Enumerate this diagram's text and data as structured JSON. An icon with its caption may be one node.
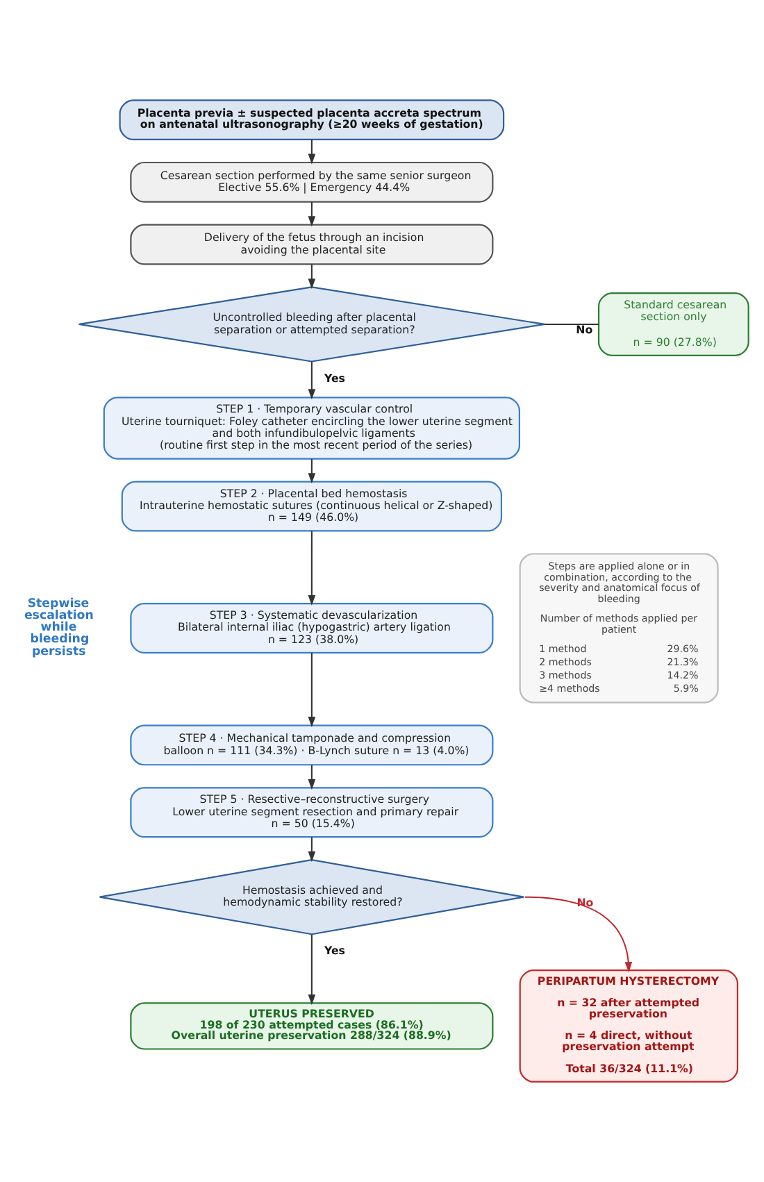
{
  "diagram": {
    "nodes": [
      {
        "text": [
          "Placenta previa ± suspected placenta accreta spectrum on antenatal ultrasonography (≥20 weeks of gestation)"
        ]
      },
      {
        "text": [
          "Cesarean section performed by the same senior surgeon",
          "Elective 55.6% | Emergency 44.4%"
        ]
      },
      {
        "text": [
          "Delivery of the fetus through an incision avoiding the placental site"
        ]
      },
      {
        "text": [
          "Uncontrolled bleeding after placental separation or attempted separation?"
        ]
      },
      {
        "text": [
          "Standard cesarean section only",
          "n = 90 (27.8%)"
        ]
      },
      {
        "text": [
          "STEP 1 · Temporary vascular control",
          "Uterine tourniquet: Foley catheter encircling the lower uterine segment and both infundibulopelvic ligaments",
          "(routine first step in the most recent period of the series)"
        ]
      },
      {
        "text": [
          "STEP 2 · Placental bed hemostasis",
          "Intrauterine hemostatic sutures (continuous helical or Z-shaped)",
          "n = 149 (46.0%)"
        ]
      },
      {
        "text": [
          "STEP 3 · Systematic devascularization",
          "Bilateral internal iliac (hypogastric) artery ligation",
          "n = 123 (38.0%)"
        ]
      },
      {
        "text": [
          "STEP 4 · Mechanical tamponade and compression",
          "balloon n = 111 (34.3%) · B-Lynch suture n = 13 (4.0%)"
        ]
      },
      {
        "text": [
          "STEP 5 · Resective–reconstructive surgery",
          "Lower uterine segment resection and primary repair",
          "n = 50 (15.4%)"
        ]
      },
      {
        "text": [
          "Hemostasis achieved and hemodynamic stability restored?"
        ]
      },
      {
        "text": [
          "UTERUS PRESERVED",
          "198 of 230 attempted cases (86.1%)",
          "Overall uterine preservation 288/324 (88.9%)"
        ]
      },
      {
        "text": [
          "PERIPARTUM HYSTERECTOMY",
          "n = 32 after attempted preservation",
          "n = 4 direct, without preservation attempt",
          "Total 36/324 (11.1%)"
        ]
      },
      {
        "text": [
          "Steps are applied alone or in combination, according to the severity and anatomical focus of bleeding",
          "Number of methods applied per patient",
          "1 method",
          "29.6%",
          "2 methods",
          "21.3%",
          "3 methods",
          "14.2%",
          "≥4 methods",
          "5.9%"
        ]
      }
    ],
    "edges": [
      {
        "from": 0,
        "to": 1,
        "arrow": "to"
      },
      {
        "from": 1,
        "to": 2,
        "arrow": "to"
      },
      {
        "from": 2,
        "to": 3,
        "arrow": "to"
      },
      {
        "from": 3,
        "to": 4,
        "arrow": "none",
        "label": "No"
      },
      {
        "from": 3,
        "to": 5,
        "arrow": "to",
        "label": "Yes"
      },
      {
        "from": 5,
        "to": 6,
        "arrow": "to"
      },
      {
        "from": 6,
        "to": 7,
        "arrow": "to"
      },
      {
        "from": 7,
        "to": 8,
        "arrow": "to"
      },
      {
        "from": 8,
        "to": 9,
        "arrow": "to"
      },
      {
        "from": 9,
        "to": 10,
        "arrow": "to"
      },
      {
        "from": 10,
        "to": 12,
        "arrow": "to",
        "label": "No",
        "color": "#c0272d"
      },
      {
        "from": 10,
        "to": 11,
        "arrow": "to",
        "label": "Yes"
      }
    ],
    "labels": [
      "Stepwise escalation while bleeding persists"
    ]
  }
}
